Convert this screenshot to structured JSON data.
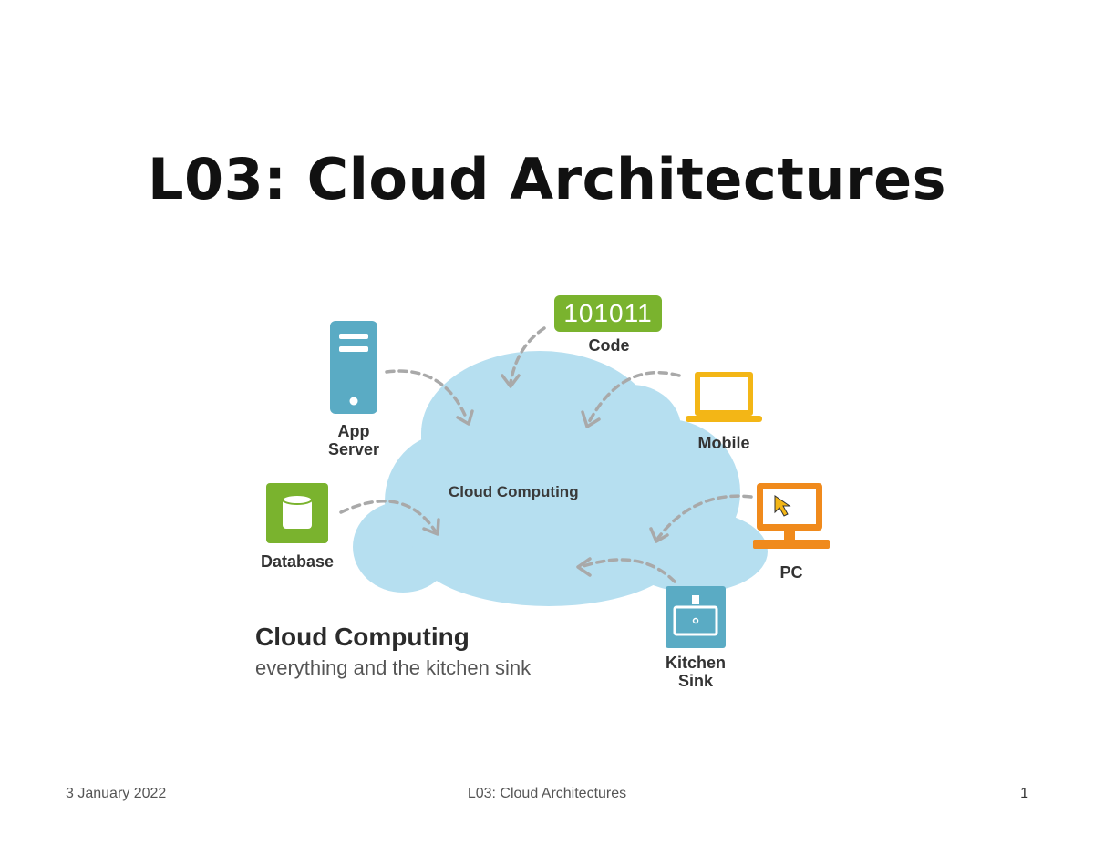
{
  "slide": {
    "title": "L03: Cloud Architectures"
  },
  "diagram": {
    "code_badge": "101011",
    "labels": {
      "code": "Code",
      "app_server_line1": "App",
      "app_server_line2": "Server",
      "mobile": "Mobile",
      "cloud": "Cloud Computing",
      "database": "Database",
      "pc": "PC",
      "kitchen_line1": "Kitchen",
      "kitchen_line2": "Sink"
    },
    "caption": {
      "title": "Cloud Computing",
      "subtitle": "everything and the kitchen sink"
    },
    "colors": {
      "cloud": "#b6dff0",
      "server": "#5aabc4",
      "database": "#7ab32e",
      "mobile": "#f3b616",
      "pc": "#f08a1c",
      "kitchen_sink": "#5aabc4",
      "arrow": "#a9a9a9"
    },
    "icons": [
      "server-icon",
      "laptop-icon",
      "database-icon",
      "pc-icon",
      "sink-icon",
      "cursor-icon"
    ]
  },
  "footer": {
    "date": "3 January 2022",
    "center": "L03: Cloud Architectures",
    "page": "1"
  }
}
